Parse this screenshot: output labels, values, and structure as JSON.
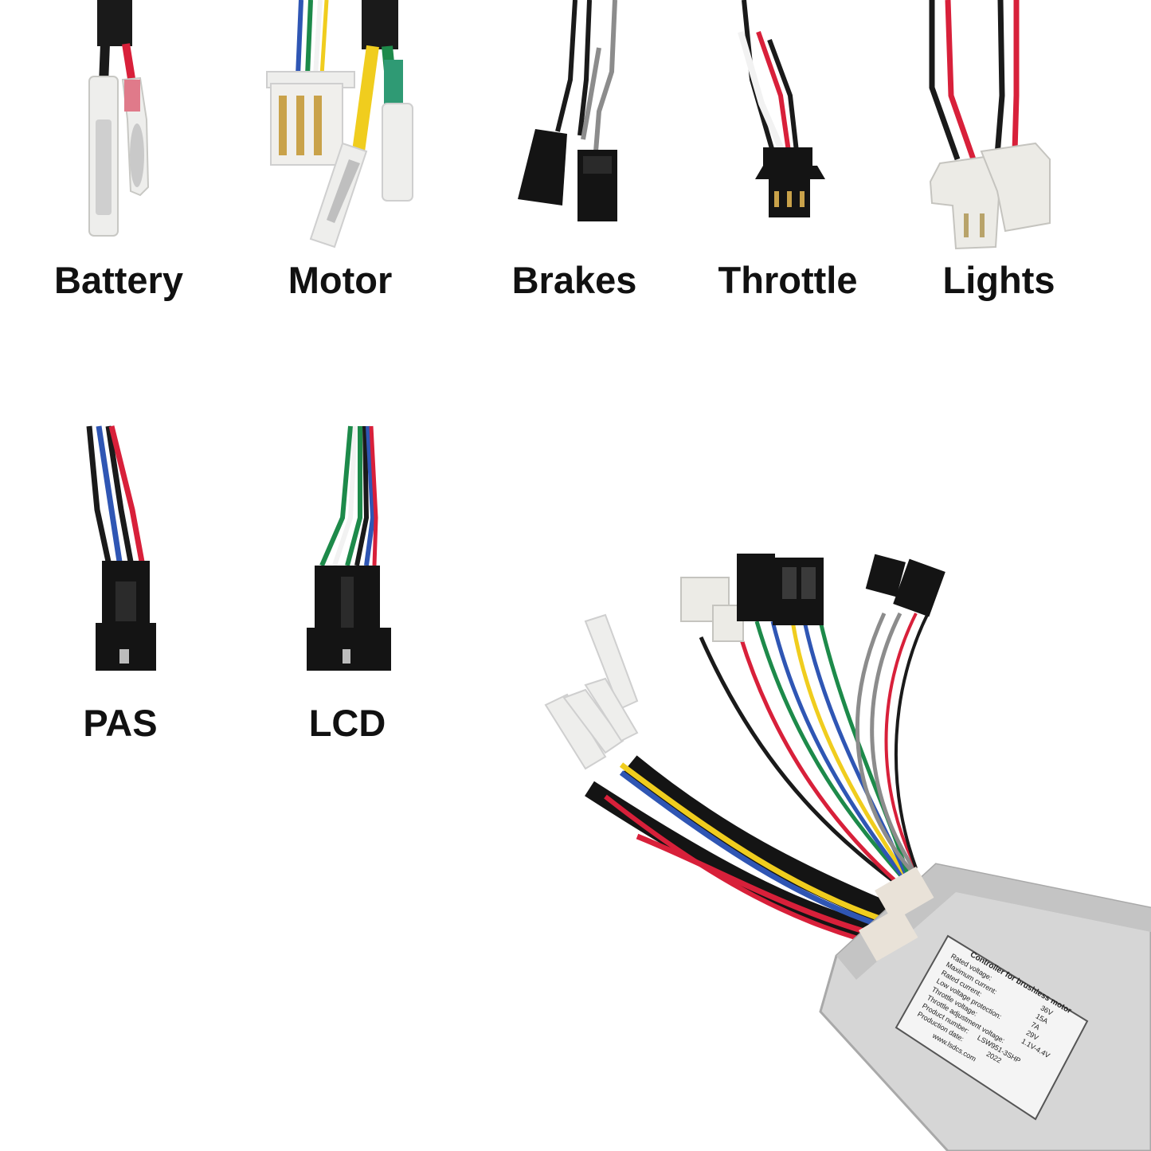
{
  "connectors": [
    {
      "id": "battery",
      "label": "Battery"
    },
    {
      "id": "motor",
      "label": "Motor"
    },
    {
      "id": "brakes",
      "label": "Brakes"
    },
    {
      "id": "throttle",
      "label": "Throttle"
    },
    {
      "id": "lights",
      "label": "Lights"
    },
    {
      "id": "pas",
      "label": "PAS"
    },
    {
      "id": "lcd",
      "label": "LCD"
    }
  ],
  "controller_label": {
    "heading": "Controller for brushless motor",
    "lines": [
      {
        "name": "Rated voltage:",
        "value": "36V"
      },
      {
        "name": "Maximum current:",
        "value": "15A"
      },
      {
        "name": "Rated current:",
        "value": "7A"
      },
      {
        "name": "Low voltage protection:",
        "value": "29V"
      },
      {
        "name": "Throttle voltage:",
        "value": "1.1V-4.4V"
      },
      {
        "name": "Throttle adjustment voltage:",
        "value": ""
      },
      {
        "name": "Product number:",
        "value": "LSW951-3SHP"
      },
      {
        "name": "Production date:",
        "value": "2022"
      }
    ],
    "website": "www.lsdcs.com"
  },
  "colors": {
    "wire_black": "#1a1a1a",
    "wire_red": "#d8203a",
    "wire_blue": "#2f56b4",
    "wire_green": "#1d8a4a",
    "wire_yellow": "#f0cd1e",
    "wire_white": "#f2f2f2",
    "wire_gray": "#8c8c8c",
    "housing_black": "#141414",
    "housing_white": "#ecebe6",
    "case_silver": "#d6d6d6"
  }
}
